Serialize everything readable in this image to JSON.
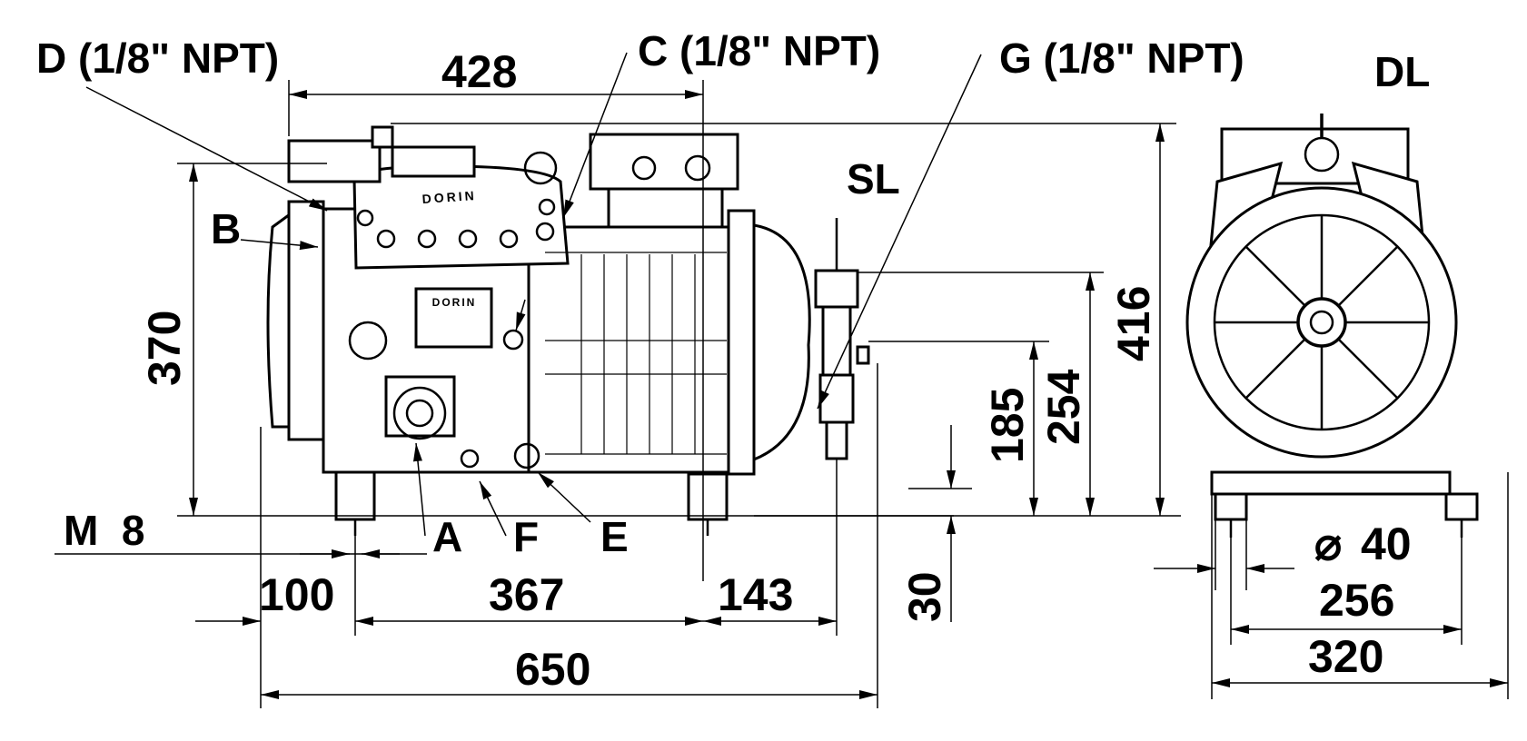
{
  "labels": {
    "d": "D (1/8\" NPT)",
    "c": "C (1/8\" NPT)",
    "g": "G (1/8\" NPT)",
    "dl": "DL",
    "sl": "SL",
    "b": "B",
    "a": "A",
    "f": "F",
    "e": "E",
    "m8": "M  8"
  },
  "brand": {
    "top": "DORIN",
    "side": "DORIN"
  },
  "dimensions": {
    "d428": "428",
    "d370": "370",
    "d416": "416",
    "d254": "254",
    "d185": "185",
    "d30": "30",
    "d100": "100",
    "d367": "367",
    "d143": "143",
    "d650": "650",
    "d40": "40",
    "d256": "256",
    "d320": "320",
    "diameter_symbol": "⌀"
  }
}
